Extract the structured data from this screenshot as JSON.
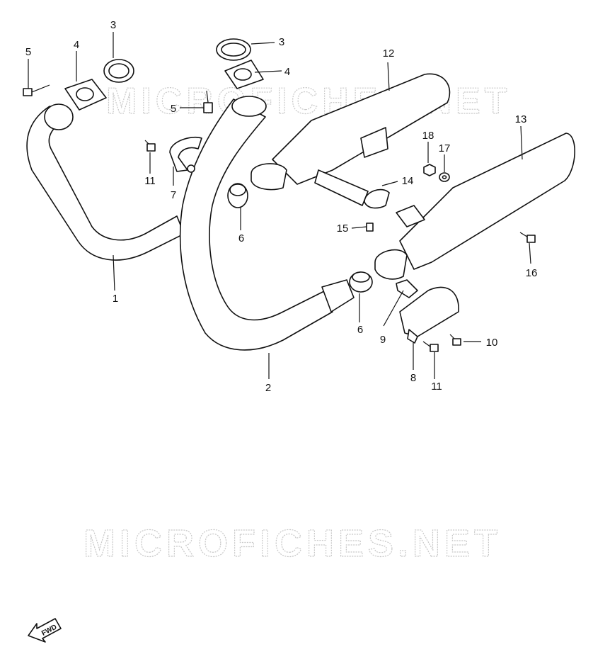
{
  "watermark": "MICROFICHES.NET",
  "fwd_label": "FWD",
  "callouts": {
    "c1": "1",
    "c2": "2",
    "c3a": "3",
    "c3b": "3",
    "c4a": "4",
    "c4b": "4",
    "c5a": "5",
    "c5b": "5",
    "c6a": "6",
    "c6b": "6",
    "c7": "7",
    "c8": "8",
    "c9": "9",
    "c10": "10",
    "c11a": "11",
    "c11b": "11",
    "c12": "12",
    "c13": "13",
    "c14": "14",
    "c15": "15",
    "c16": "16",
    "c17": "17",
    "c18": "18"
  }
}
